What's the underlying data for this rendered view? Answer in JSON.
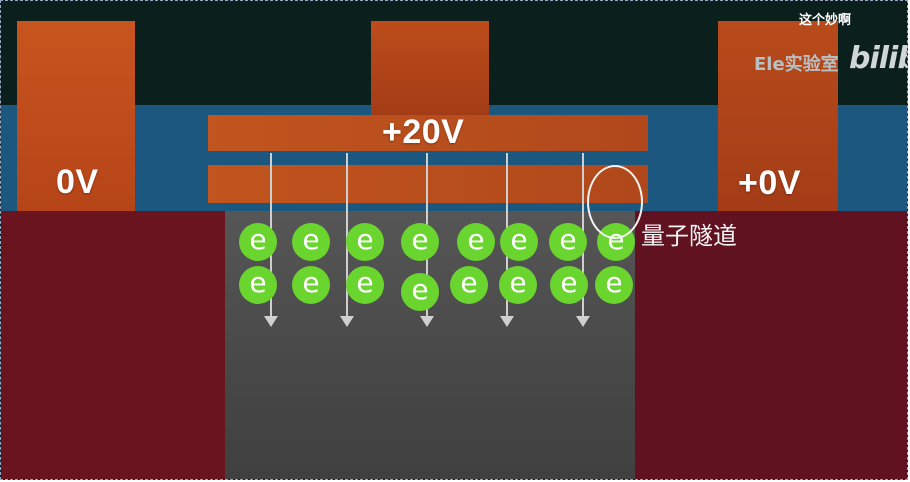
{
  "labels": {
    "left_voltage": "0V",
    "gate_voltage": "+20V",
    "right_voltage": "+0V",
    "tunnel": "量子隧道"
  },
  "electron_symbol": "e",
  "watermark": {
    "top": "这个妙啊",
    "lab": "Ele实验室",
    "logo": "bilibili"
  },
  "colors": {
    "electron": "#6ad52e",
    "terminal": "#c7551f",
    "oxide": "#1b577f",
    "substrate": "#6a1420",
    "channel": "#4d4d4d"
  }
}
